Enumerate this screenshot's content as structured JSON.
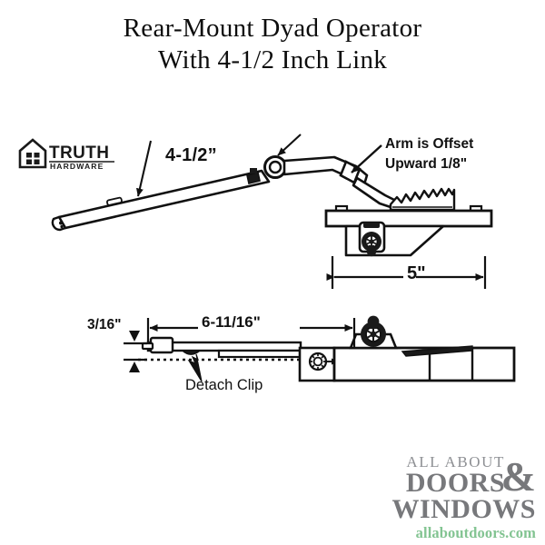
{
  "title": {
    "line1": "Rear-Mount Dyad Operator",
    "line2": "With 4-1/2 Inch Link"
  },
  "brand_logo": {
    "name": "TRUTH",
    "subtitle": "HARDWARE",
    "icon": "house-window-icon"
  },
  "annotations": {
    "link_length": "4-1/2”",
    "arm_offset_line1": "Arm is Offset",
    "arm_offset_line2": "Upward 1/8\"",
    "base_width": "5\"",
    "clip_height": "3/16\"",
    "clip_length": "6-11/16\"",
    "detach_clip": "Detach Clip"
  },
  "footer_logo": {
    "line_all_about": "ALL ABOUT",
    "line_doors": "DOORS",
    "ampersand": "&",
    "line_windows": "WINDOWS",
    "url": "allaboutdoors.com",
    "gray": "#77787b",
    "green": "#83c492"
  },
  "colors": {
    "ink": "#111111",
    "paper": "#ffffff"
  }
}
